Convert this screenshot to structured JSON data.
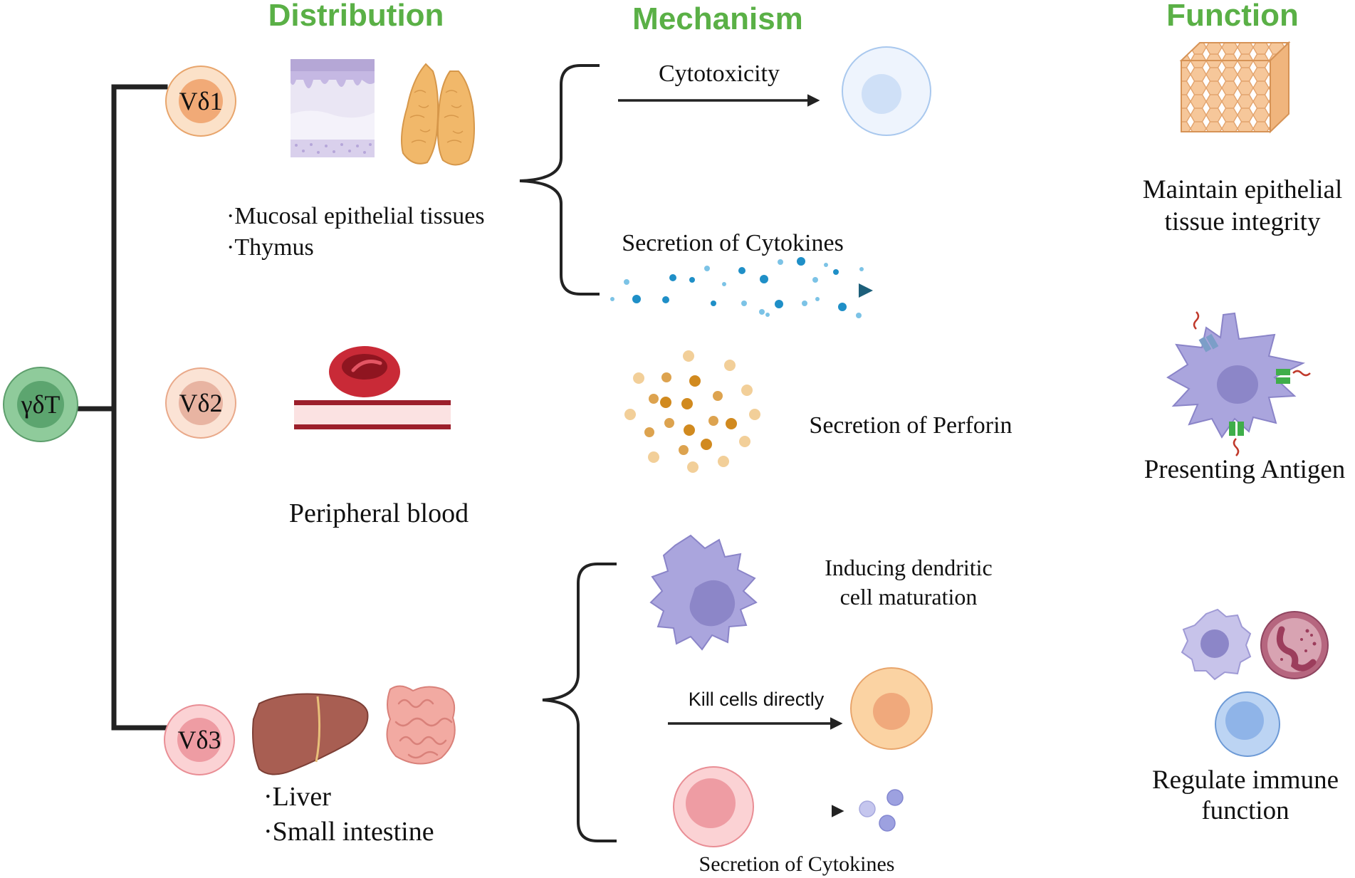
{
  "headers": {
    "distribution": "Distribution",
    "mechanism": "Mechanism",
    "function": "Function"
  },
  "root": {
    "label": "γδT"
  },
  "subsets": {
    "vd1": {
      "label": "Vδ1",
      "loc1": "·Mucosal epithelial tissues",
      "loc2": "·Thymus"
    },
    "vd2": {
      "label": "Vδ2",
      "loc1": "Peripheral blood"
    },
    "vd3": {
      "label": "Vδ3",
      "loc1": "·Liver",
      "loc2": "·Small intestine"
    }
  },
  "mechanisms": {
    "cytotoxicity": "Cytotoxicity",
    "cytokines_1": "Secretion of Cytokines",
    "perforin": "Secretion of Perforin",
    "dc_line1": "Inducing dendritic",
    "dc_line2": "cell maturation",
    "kill": "Kill cells directly",
    "cytokines_2": "Secretion of Cytokines"
  },
  "functions": {
    "f1_line1": "Maintain epithelial",
    "f1_line2": "tissue integrity",
    "f2": "Presenting Antigen",
    "f3_line1": "Regulate immune",
    "f3_line2": "function"
  },
  "colors": {
    "header_green": "#5ab046",
    "root_cell": "#8fcb9b",
    "vd1_cell": "#f6c79a",
    "vd2_cell": "#f4c8ae",
    "vd3_cell": "#f4b6ba",
    "arrow_teal": "#1d5f7a"
  }
}
